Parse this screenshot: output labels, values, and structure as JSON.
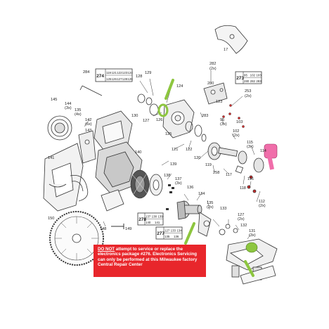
{
  "diagram": {
    "part_labels": [
      {
        "id": "p17",
        "text": "17"
      },
      {
        "id": "p284",
        "text": "284"
      },
      {
        "id": "p128",
        "text": "128"
      },
      {
        "id": "p129",
        "text": "129"
      },
      {
        "id": "p124",
        "text": "124"
      },
      {
        "id": "p282",
        "text": "282"
      },
      {
        "id": "p282q",
        "text": "(2x)"
      },
      {
        "id": "p280",
        "text": "280"
      },
      {
        "id": "p123",
        "text": "123"
      },
      {
        "id": "p253",
        "text": "253"
      },
      {
        "id": "p253q",
        "text": "(2x)"
      },
      {
        "id": "p130",
        "text": "130"
      },
      {
        "id": "p145",
        "text": "145"
      },
      {
        "id": "p144",
        "text": "144"
      },
      {
        "id": "p144q",
        "text": "(3x)"
      },
      {
        "id": "p135",
        "text": "135"
      },
      {
        "id": "p135q",
        "text": "(4x)"
      },
      {
        "id": "p142",
        "text": "142"
      },
      {
        "id": "p142q",
        "text": "(6x)"
      },
      {
        "id": "p143",
        "text": "143"
      },
      {
        "id": "p127",
        "text": "127"
      },
      {
        "id": "p126",
        "text": "126"
      },
      {
        "id": "p125",
        "text": "125"
      },
      {
        "id": "p283",
        "text": "283"
      },
      {
        "id": "p95",
        "text": "95"
      },
      {
        "id": "p95q",
        "text": "(3x)"
      },
      {
        "id": "p103",
        "text": "103"
      },
      {
        "id": "p102",
        "text": "102"
      },
      {
        "id": "p102q",
        "text": "(2x)"
      },
      {
        "id": "p121",
        "text": "121"
      },
      {
        "id": "p122",
        "text": "122"
      },
      {
        "id": "p140",
        "text": "140"
      },
      {
        "id": "p120",
        "text": "120"
      },
      {
        "id": "p115",
        "text": "115"
      },
      {
        "id": "p115q",
        "text": "(3x)"
      },
      {
        "id": "p114",
        "text": "114"
      },
      {
        "id": "p141",
        "text": "141"
      },
      {
        "id": "p119",
        "text": "119"
      },
      {
        "id": "p258",
        "text": "258"
      },
      {
        "id": "p139",
        "text": "139"
      },
      {
        "id": "p138",
        "text": "138"
      },
      {
        "id": "p137",
        "text": "137"
      },
      {
        "id": "p137q",
        "text": "(3x)"
      },
      {
        "id": "p117",
        "text": "117"
      },
      {
        "id": "p118",
        "text": "118"
      },
      {
        "id": "p116",
        "text": "116"
      },
      {
        "id": "p136",
        "text": "136"
      },
      {
        "id": "p134",
        "text": "134"
      },
      {
        "id": "p112",
        "text": "112"
      },
      {
        "id": "p112q",
        "text": "(2x)"
      },
      {
        "id": "p135b",
        "text": "135"
      },
      {
        "id": "p135bq",
        "text": "(2x)"
      },
      {
        "id": "p133",
        "text": "133"
      },
      {
        "id": "p127b",
        "text": "127"
      },
      {
        "id": "p127bq",
        "text": "(2x)"
      },
      {
        "id": "p150",
        "text": "150"
      },
      {
        "id": "p132",
        "text": "132"
      },
      {
        "id": "p148",
        "text": "148"
      },
      {
        "id": "p149",
        "text": "149"
      },
      {
        "id": "p131",
        "text": "131"
      },
      {
        "id": "p131q",
        "text": "(3x)"
      }
    ],
    "kit_boxes": [
      {
        "id": "k274",
        "number": "274",
        "rows": [
          [
            "119",
            "121",
            "122",
            "123",
            "124"
          ],
          [
            "125",
            "126",
            "127",
            "128",
            "129"
          ]
        ]
      },
      {
        "id": "k273",
        "number": "273",
        "rows": [
          [
            "95",
            "102",
            "103"
          ],
          [
            "280",
            "282",
            "283"
          ]
        ]
      },
      {
        "id": "k278",
        "number": "278",
        "rows": [
          [
            "137",
            "138",
            "139"
          ],
          [
            "140",
            "141"
          ]
        ]
      },
      {
        "id": "k277",
        "number": "277",
        "rows": [
          [
            "127",
            "133",
            "134"
          ],
          [
            "135",
            "136"
          ]
        ]
      }
    ],
    "warning": {
      "underlined": "DO NOT",
      "text": " attempt to service or replace the electronics package #276. Electronics Servicing can only be performed at this Milwaukee factory Central Repair Center"
    },
    "colors": {
      "highlight_green": "#8dc63f",
      "highlight_pink": "#f06eaa",
      "warning_bg": "#e8262b",
      "line": "#333333"
    }
  }
}
